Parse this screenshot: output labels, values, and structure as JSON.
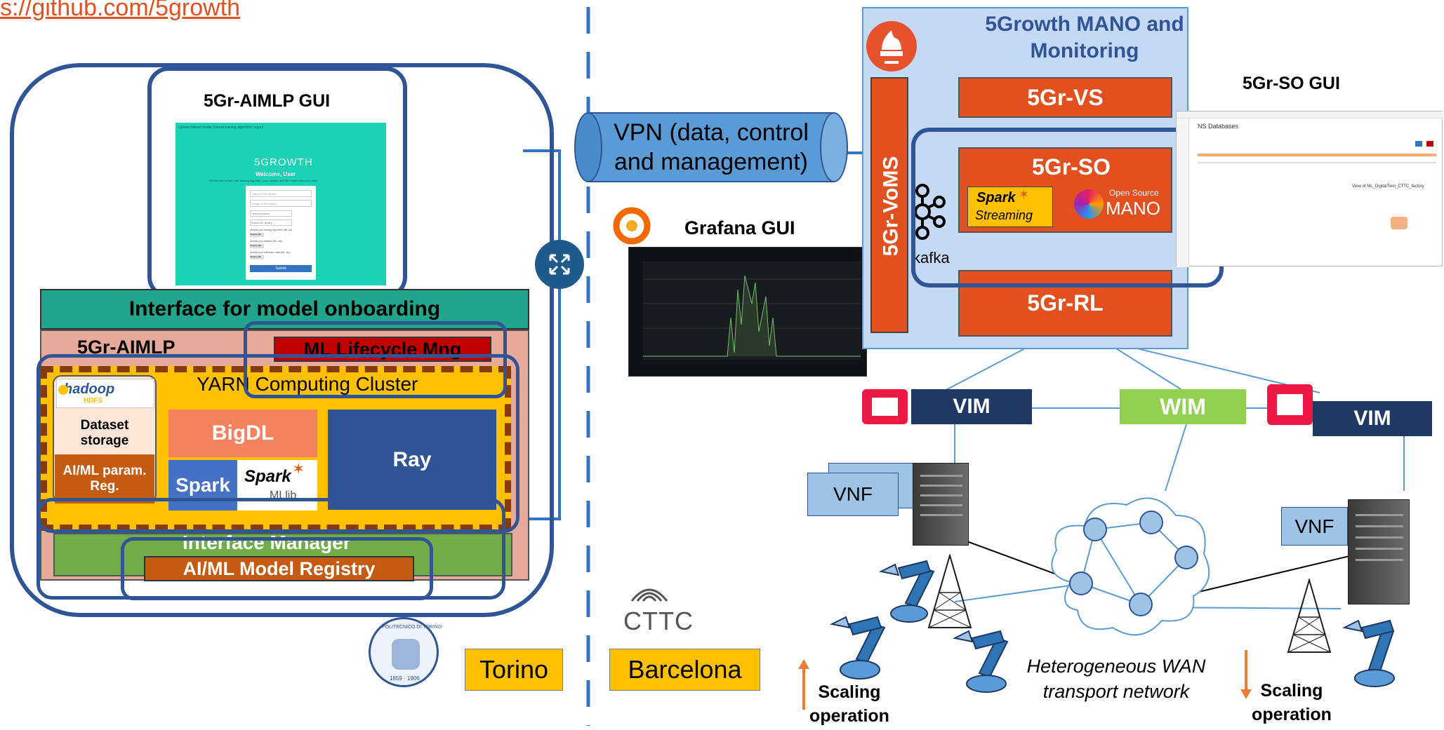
{
  "url": "s://github.com/5growth",
  "torino": {
    "aimlp_gui_title": "5Gr-AIMLP GUI",
    "gui_screen": {
      "nav": "Upload trained model   Upload training algorithm   Logout",
      "logo": "5GROWTH",
      "welcome": "Welcome, User",
      "hint": "Fill this form to add your training algorithm, your dataset and the related inference class",
      "field_name": "Name of the model",
      "field_scope": "Scope of the model",
      "select_location": "Select location",
      "select_library": "Select ML library",
      "upload1": "Upload your training algorithm (file .py)",
      "upload2": "Upload your dataset (file .csv)",
      "upload3": "Upload your inference class (file .py)",
      "choose": "Choose File",
      "submit": "Submit"
    },
    "interface_onboarding": "Interface for model onboarding",
    "aimlp_label": "5Gr-AIMLP",
    "ml_lifecycle": "ML Lifecycle Mng",
    "yarn": "YARN Computing Cluster",
    "hadoop": "hadoop",
    "hdfs": "HDFS",
    "dataset_storage": "Dataset storage",
    "param_reg": "AI/ML param. Reg.",
    "bigdl": "BigDL",
    "spark": "Spark",
    "spark_mllib_logo": "Spark",
    "mllib": "MLlib",
    "ray": "Ray",
    "interface_manager": "Interface Manager",
    "model_registry": "AI/ML Model Registry",
    "site": "Torino",
    "seal_text": "POLITECNICO DI TORINO",
    "seal_years": "1859 · 1906"
  },
  "barcelona": {
    "vpn": "VPN (data, control and management)",
    "grafana_title": "Grafana GUI",
    "cttc": "CTTC",
    "site": "Barcelona"
  },
  "mano": {
    "title": "5Growth MANO and Monitoring",
    "voms": "5Gr-VoMS",
    "vs": "5Gr-VS",
    "so": "5Gr-SO",
    "rl": "5Gr-RL",
    "spark_streaming_logo": "Spark",
    "streaming": "Streaming",
    "osm_top": "Open Source",
    "osm_mano": "MANO",
    "kafka": "kafka",
    "so_gui_title": "5Gr-SO GUI",
    "so_gui_header": "NS Databases",
    "so_gui_caption": "View of ML_DigitalTwin_CTTC_factory"
  },
  "infra": {
    "vim_left": "VIM",
    "wim": "WIM",
    "vim_right": "VIM",
    "vnf_left": "VNF",
    "vnf_right": "VNF",
    "wan": "Heterogeneous WAN transport network",
    "scaling_left": "Scaling operation",
    "scaling_right": "Scaling operation"
  },
  "colors": {
    "frame_blue": "#2f5597",
    "orange_red": "#e2501f",
    "mano_bg": "#c5d9f5",
    "teal": "#21a58b",
    "green": "#70ad47",
    "yarn_yellow": "#ffc000",
    "spark_blue": "#4472c4",
    "ray_blue": "#2f5597",
    "vim_navy": "#1f3864",
    "wim_green": "#92d050",
    "vnf_blue": "#9dc3e6",
    "site_yellow": "#ffc000",
    "scaling_arrow": "#ed7d31"
  }
}
